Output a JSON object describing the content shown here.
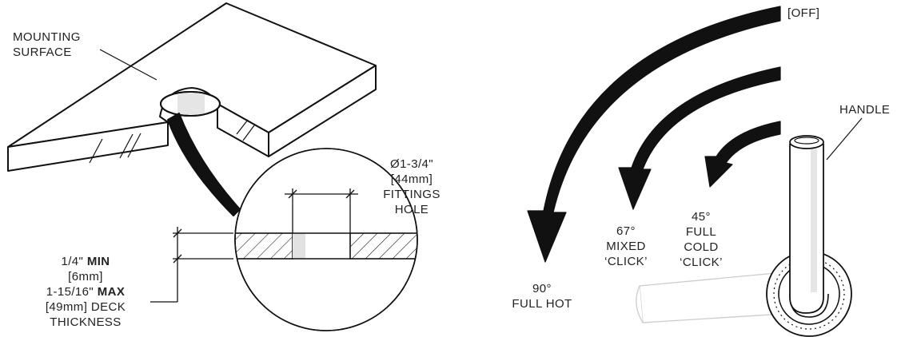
{
  "mounting": {
    "surface_label": [
      "MOUNTING",
      "SURFACE"
    ]
  },
  "hole": {
    "label": [
      "Ø1-3/4\"",
      "[44mm]",
      "FITTINGS",
      "HOLE"
    ]
  },
  "deck": {
    "min_value": "1/4\"",
    "min_word": "MIN",
    "min_metric": "[6mm]",
    "max_value": "1-15/16\"",
    "max_word": "MAX",
    "max_metric_line": "[49mm] DECK",
    "thickness": "THICKNESS"
  },
  "handle": {
    "handle_label": "HANDLE",
    "off_label": "[OFF]",
    "full_hot": [
      "90°",
      "FULL HOT"
    ],
    "mixed": [
      "67°",
      "MIXED",
      "‘CLICK’"
    ],
    "full_cold": [
      "45°",
      "FULL",
      "COLD",
      "‘CLICK’"
    ]
  }
}
